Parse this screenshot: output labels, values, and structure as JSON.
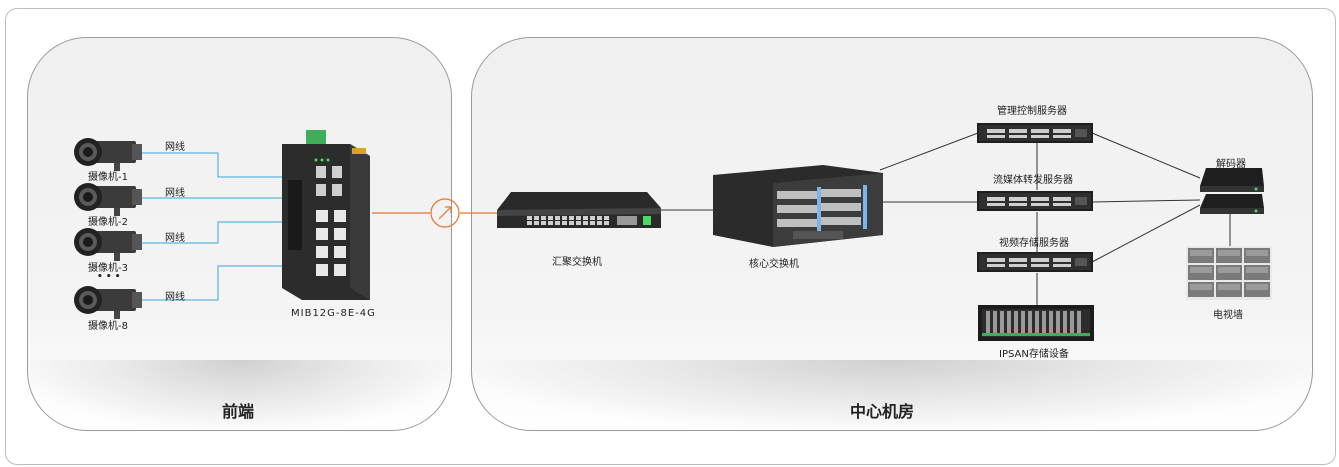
{
  "panels": {
    "front": {
      "title": "前端"
    },
    "center": {
      "title": "中心机房"
    }
  },
  "cameras": [
    {
      "label": "摄像机-1",
      "cable": "网线"
    },
    {
      "label": "摄像机-2",
      "cable": "网线"
    },
    {
      "label": "摄像机-3",
      "cable": "网线"
    },
    {
      "label": "摄像机-8",
      "cable": "网线"
    }
  ],
  "ellipsis": "• • •",
  "devices": {
    "edge_switch": "MIB12G-8E-4G",
    "aggregation_switch": "汇聚交换机",
    "core_switch": "核心交换机",
    "mgmt_server": "管理控制服务器",
    "stream_server": "流媒体转发服务器",
    "storage_server": "视频存储服务器",
    "ipsan": "IPSAN存储设备",
    "decoder": "解码器",
    "tv_wall": "电视墙"
  },
  "colors": {
    "cable_blue": "#3aa7d8",
    "fiber_orange": "#e8732a",
    "link_dark": "#333333"
  }
}
